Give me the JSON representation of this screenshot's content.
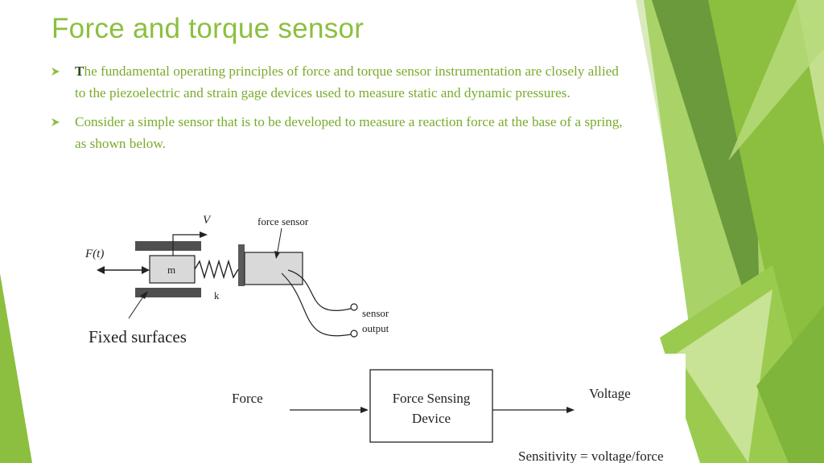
{
  "slide": {
    "title": "Force and torque sensor",
    "bullets": [
      {
        "lead": "T",
        "text": "he fundamental operating principles of force and torque sensor instrumentation are closely allied to the piezoelectric and strain gage devices used to measure static and dynamic pressures."
      },
      {
        "lead": "",
        "text": "Consider a simple sensor that is to be developed to measure a reaction force at the base of a spring, as shown below."
      }
    ],
    "bullet_marker_icon": "arrowhead-bullet-icon"
  },
  "diagram": {
    "force_label": "F(t)",
    "velocity_label": "V",
    "mass_label": "m",
    "spring_label": "k",
    "sensor_label": "force sensor",
    "output_label_line1": "sensor",
    "output_label_line2": "output",
    "fixed_label": "Fixed surfaces"
  },
  "flow": {
    "input_label": "Force",
    "box_line1": "Force Sensing",
    "box_line2": "Device",
    "output_label": "Voltage",
    "sensitivity": "Sensitivity = voltage/force"
  },
  "colors": {
    "accent_green": "#8cbf3f",
    "dark_green": "#4a7a2a",
    "light_green": "#d6e8b0",
    "bullet_text": "#7aab2c"
  }
}
